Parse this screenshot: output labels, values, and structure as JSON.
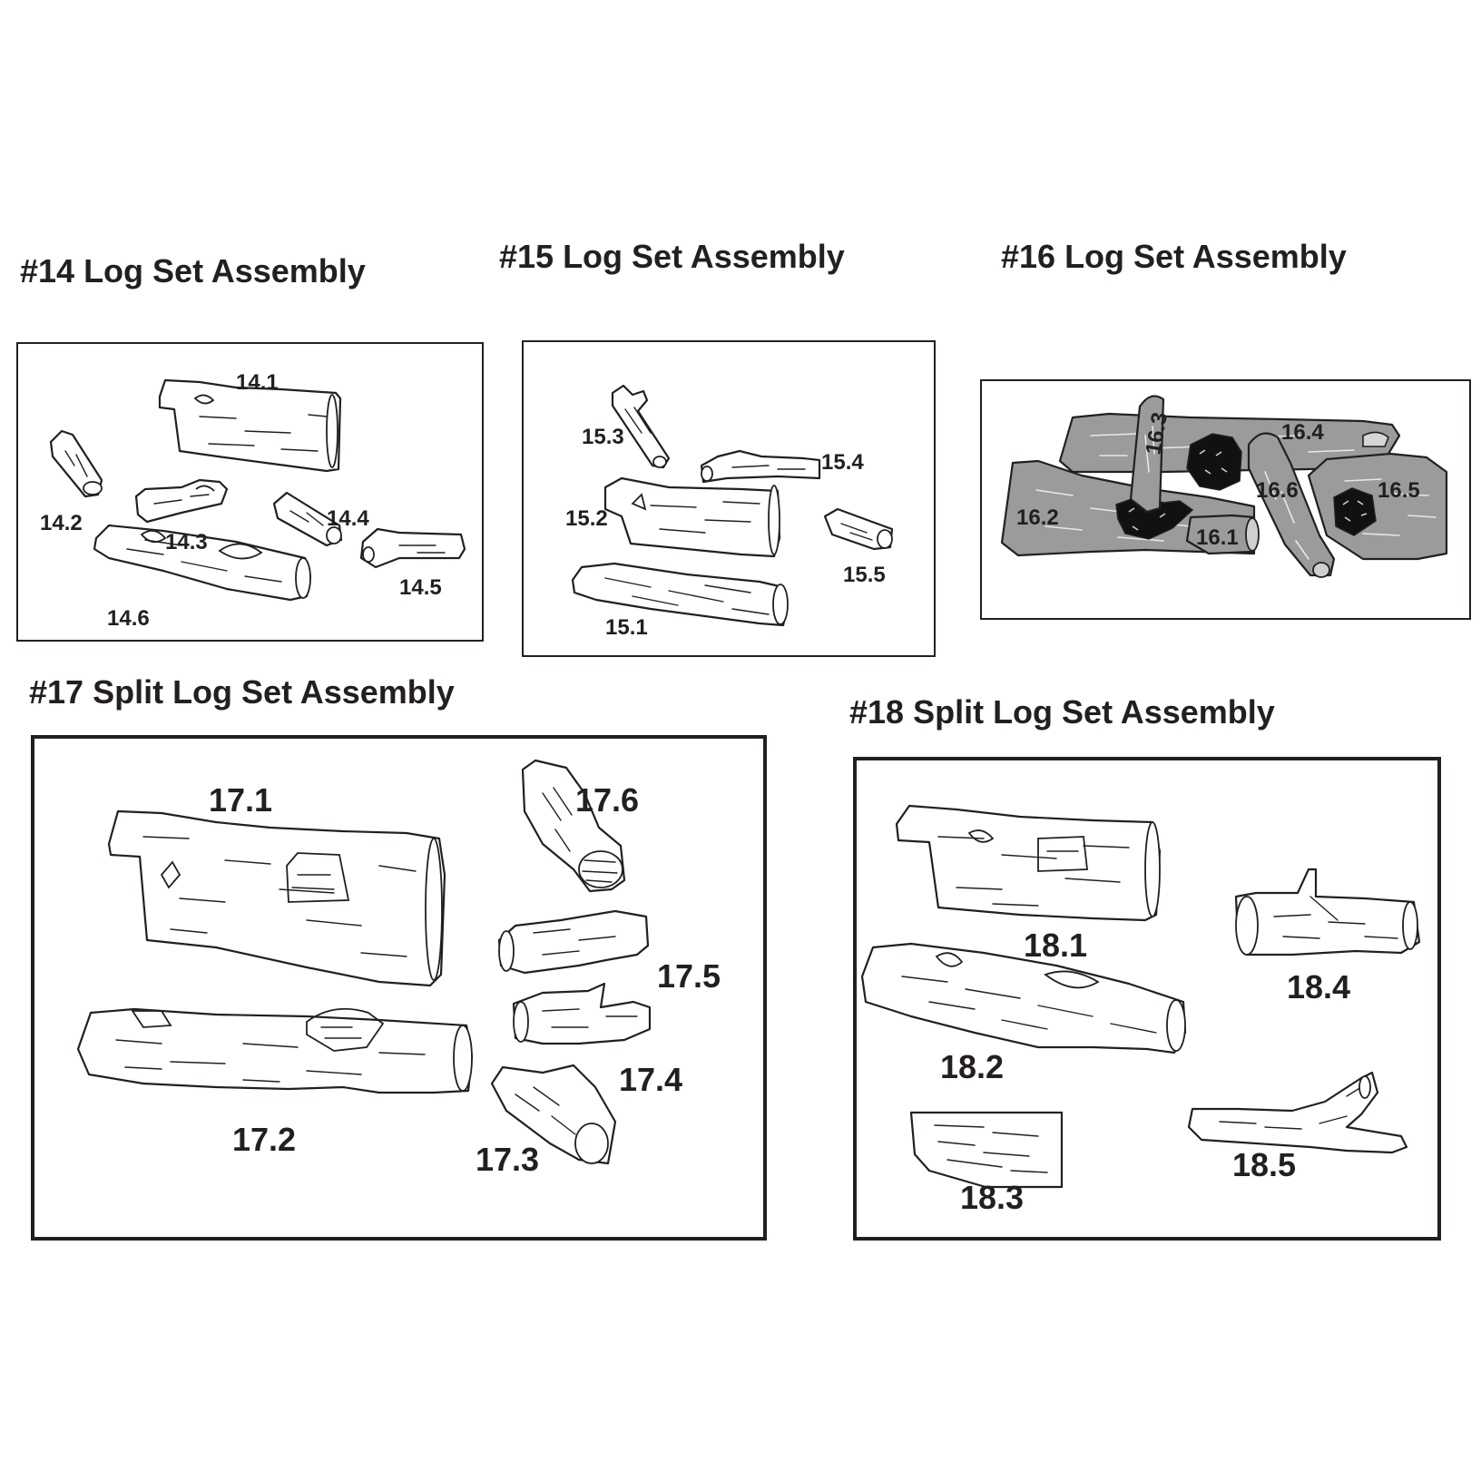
{
  "sections": {
    "s14": {
      "title": "#14 Log Set Assembly",
      "parts": [
        "14.1",
        "14.2",
        "14.3",
        "14.4",
        "14.5",
        "14.6"
      ]
    },
    "s15": {
      "title": "#15 Log Set Assembly",
      "parts": [
        "15.1",
        "15.2",
        "15.3",
        "15.4",
        "15.5"
      ]
    },
    "s16": {
      "title": "#16 Log Set Assembly",
      "parts": [
        "16.1",
        "16.2",
        "16.3",
        "16.4",
        "16.5",
        "16.6"
      ]
    },
    "s17": {
      "title": "#17 Split Log Set Assembly",
      "parts": [
        "17.1",
        "17.2",
        "17.3",
        "17.4",
        "17.5",
        "17.6"
      ]
    },
    "s18": {
      "title": "#18 Split Log Set Assembly",
      "parts": [
        "18.1",
        "18.2",
        "18.3",
        "18.4",
        "18.5"
      ]
    }
  },
  "colors": {
    "line": "#231f20",
    "log_fill": "#ffffff",
    "grey_log_fill": "#9b9b9b",
    "ember": "#111111"
  }
}
